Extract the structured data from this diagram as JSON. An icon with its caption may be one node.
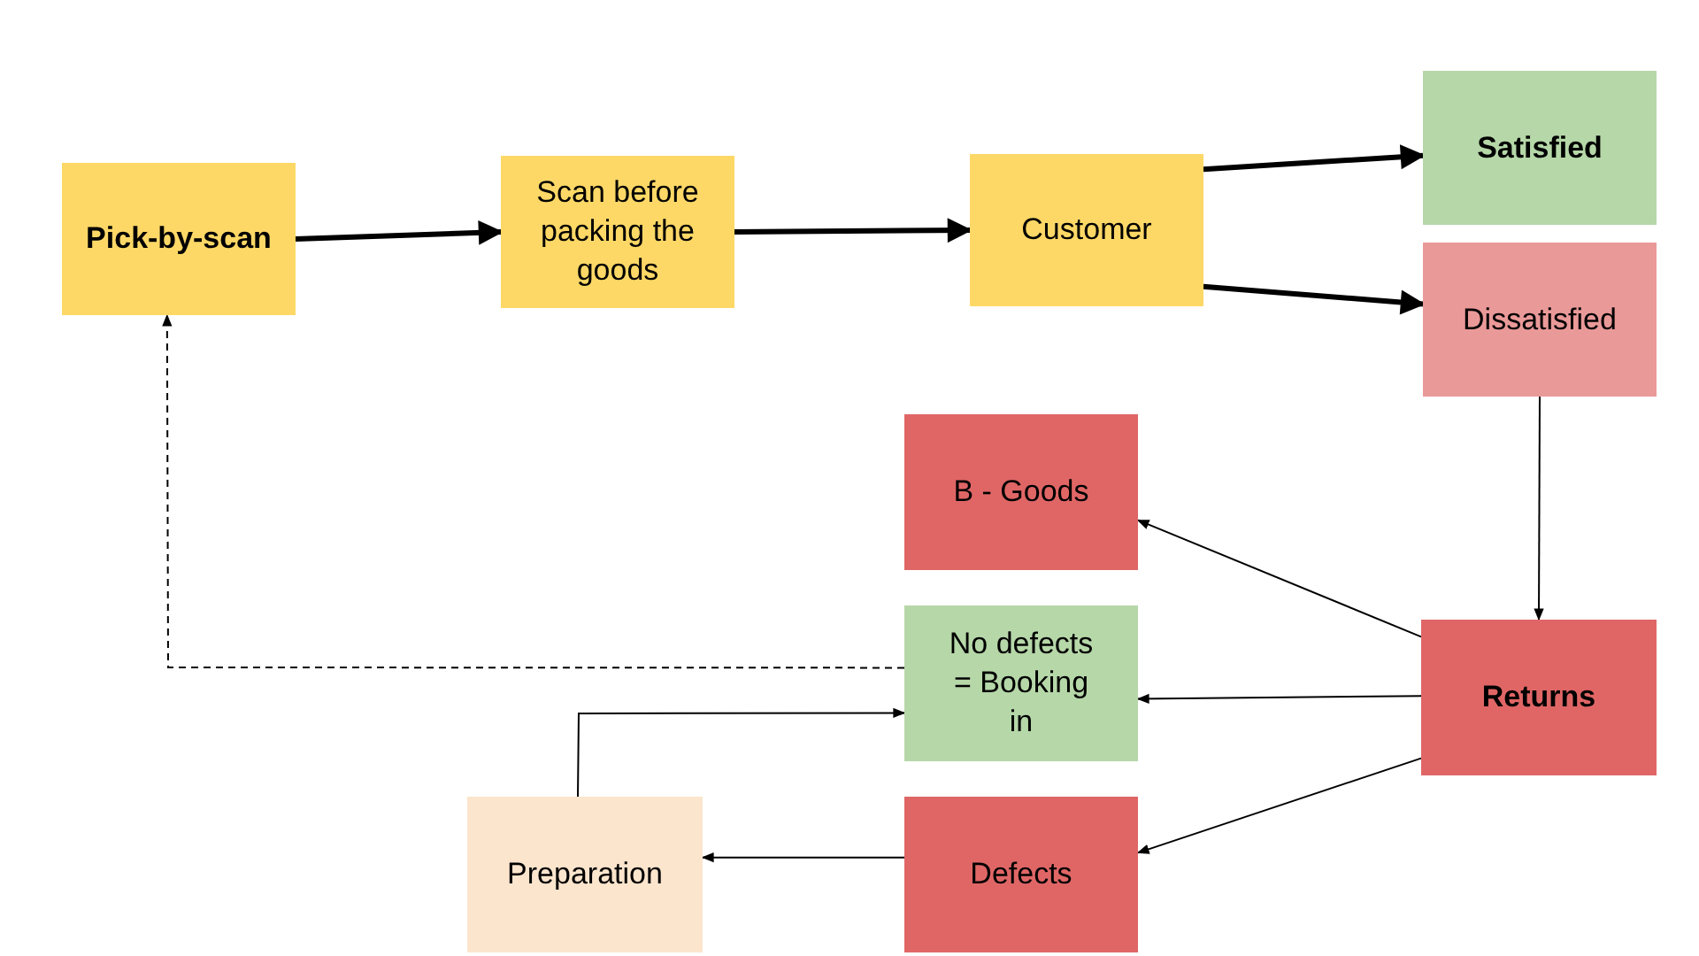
{
  "diagram": {
    "nodes": [
      {
        "text": [
          "Pick-by-scan"
        ]
      },
      {
        "text": [
          "Scan before packing the goods"
        ]
      },
      {
        "text": [
          "Customer"
        ]
      },
      {
        "text": [
          "Satisfied"
        ]
      },
      {
        "text": [
          "Dissatisfied"
        ]
      },
      {
        "text": [
          "B - Goods"
        ]
      },
      {
        "text": [
          "No defects = Booking in"
        ]
      },
      {
        "text": [
          "Returns"
        ]
      },
      {
        "text": [
          "Preparation"
        ]
      },
      {
        "text": [
          "Defects"
        ]
      }
    ],
    "edges": [
      {
        "from": 0,
        "to": 1,
        "arrow": "to",
        "style": "thick"
      },
      {
        "from": 1,
        "to": 2,
        "arrow": "to",
        "style": "thick"
      },
      {
        "from": 2,
        "to": 3,
        "arrow": "to",
        "style": "thick"
      },
      {
        "from": 2,
        "to": 4,
        "arrow": "to",
        "style": "thick"
      },
      {
        "from": 4,
        "to": 7,
        "arrow": "to"
      },
      {
        "from": 7,
        "to": 5,
        "arrow": "to"
      },
      {
        "from": 7,
        "to": 6,
        "arrow": "to"
      },
      {
        "from": 7,
        "to": 9,
        "arrow": "to"
      },
      {
        "from": 9,
        "to": 8,
        "arrow": "to"
      },
      {
        "from": 8,
        "to": 6,
        "arrow": "to"
      },
      {
        "from": 6,
        "to": 0,
        "arrow": "to",
        "style": "dashed"
      }
    ]
  }
}
